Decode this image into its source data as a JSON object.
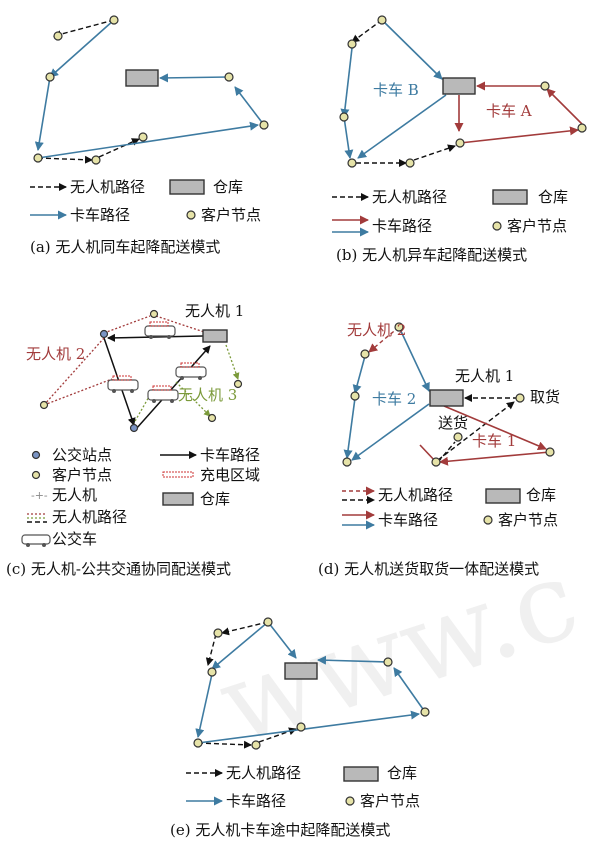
{
  "panel_a": {
    "legend_drone": "无人机路径",
    "legend_depot": "仓库",
    "legend_truck": "卡车路径",
    "legend_customer": "客户节点",
    "caption": "(a) 无人机同车起降配送模式"
  },
  "panel_b": {
    "truck_b": "卡车 B",
    "truck_a": "卡车 A",
    "legend_drone": "无人机路径",
    "legend_depot": "仓库",
    "legend_truck": "卡车路径",
    "legend_customer": "客户节点",
    "caption": "(b) 无人机异车起降配送模式"
  },
  "panel_c": {
    "drone1": "无人机 1",
    "drone2": "无人机 2",
    "drone3": "无人机 3",
    "legend_bus_stop": "公交站点",
    "legend_customer": "客户节点",
    "legend_drone": "无人机",
    "legend_drone_path": "无人机路径",
    "legend_bus": "公交车",
    "legend_truck": "卡车路径",
    "legend_charge": "充电区域",
    "legend_depot": "仓库",
    "caption": "(c) 无人机-公共交通协同配送模式"
  },
  "panel_d": {
    "drone2": "无人机 2",
    "drone1": "无人机 1",
    "truck2": "卡车 2",
    "truck1": "卡车 1",
    "pickup": "取货",
    "deliver": "送货",
    "legend_drone": "无人机路径",
    "legend_depot": "仓库",
    "legend_truck": "卡车路径",
    "legend_customer": "客户节点",
    "caption": "(d) 无人机送货取货一体配送模式"
  },
  "panel_e": {
    "legend_drone": "无人机路径",
    "legend_depot": "仓库",
    "legend_truck": "卡车路径",
    "legend_customer": "客户节点",
    "caption": "(e) 无人机卡车途中起降配送模式"
  },
  "watermark": "www.c"
}
